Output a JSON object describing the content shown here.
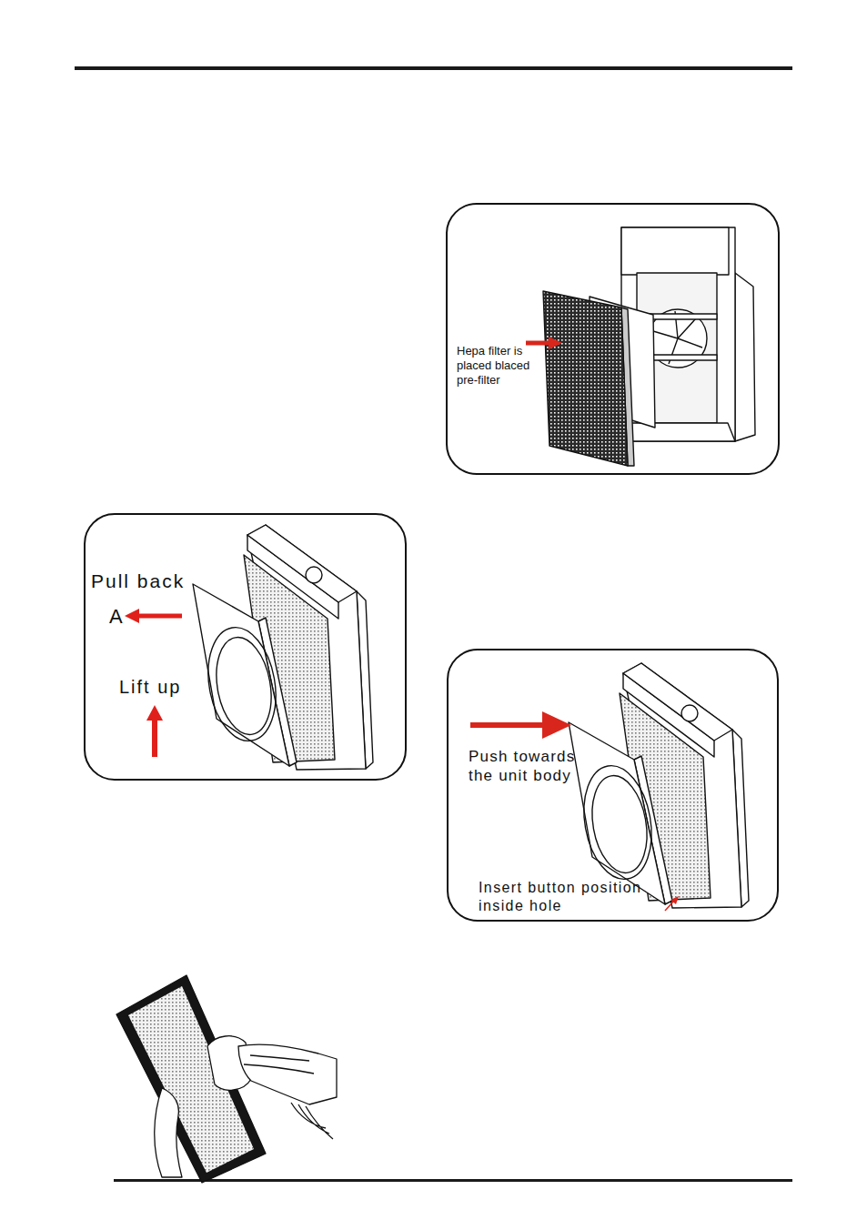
{
  "diagram": {
    "nodes": [
      {
        "text": [
          "Hepa filter is placed blaced pre-filter"
        ]
      },
      {
        "text": [
          "Pull back",
          "A",
          "Lift up"
        ]
      },
      {
        "text": [
          "Push towards the unit body",
          "Insert button position inside hole"
        ]
      }
    ]
  }
}
